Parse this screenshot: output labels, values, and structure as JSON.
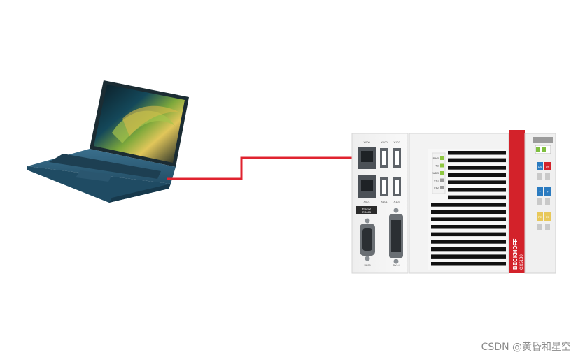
{
  "diagram": {
    "connection": {
      "color": "#e0232f"
    },
    "laptop": {
      "icon": "laptop-icon",
      "body_color": "#2e5f7a"
    },
    "plc": {
      "icon": "plc-controller-icon",
      "brand": "BECKHOFF",
      "model": "CX5130",
      "brand_color": "#d3222a",
      "ports": {
        "eth1": "X000",
        "usb1": "X100",
        "usb2": "X102",
        "eth2": "X001",
        "usb3": "X101",
        "usb4": "X103",
        "serial_top": "RS232",
        "serial_bottom": "RS485",
        "serial_id": "X200",
        "dvi": "DVI-I"
      },
      "leds": [
        "PWR",
        "TC",
        "WDG",
        "FB1",
        "FB2"
      ],
      "terminal_labels": [
        "US",
        "UP",
        "+",
        "+",
        "PE",
        "PE"
      ]
    }
  },
  "watermark": "CSDN @黄昏和星空"
}
